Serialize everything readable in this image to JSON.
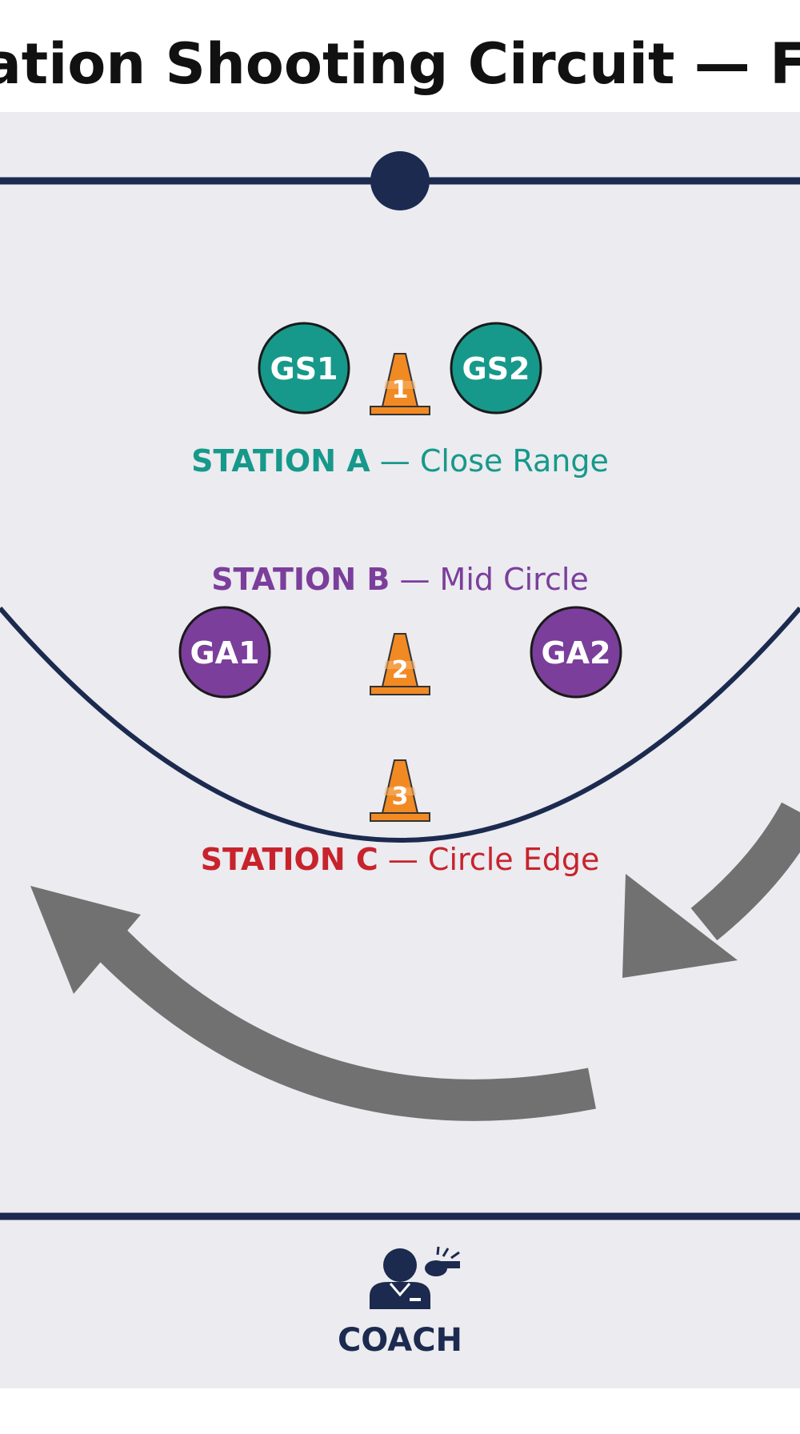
{
  "title": "Station Shooting Circuit — Full",
  "colors": {
    "court_line": "#1b2a4e",
    "court_bg": "#ebebf0",
    "station_a": "#16998a",
    "station_b": "#7b3e9b",
    "station_c": "#c8232c",
    "cone": "#f28a24",
    "arrow": "#717171"
  },
  "stations": {
    "a": {
      "name": "STATION A",
      "sep": " — ",
      "desc": "Close Range"
    },
    "b": {
      "name": "STATION B",
      "sep": " — ",
      "desc": "Mid Circle"
    },
    "c": {
      "name": "STATION C",
      "sep": " — ",
      "desc": "Circle Edge"
    }
  },
  "players": {
    "gs1": "GS1",
    "gs2": "GS2",
    "ga1": "GA1",
    "ga2": "GA2"
  },
  "cones": {
    "c1": "1",
    "c2": "2",
    "c3": "3"
  },
  "coach": {
    "label": "COACH",
    "icon": "coach-whistle-icon"
  }
}
